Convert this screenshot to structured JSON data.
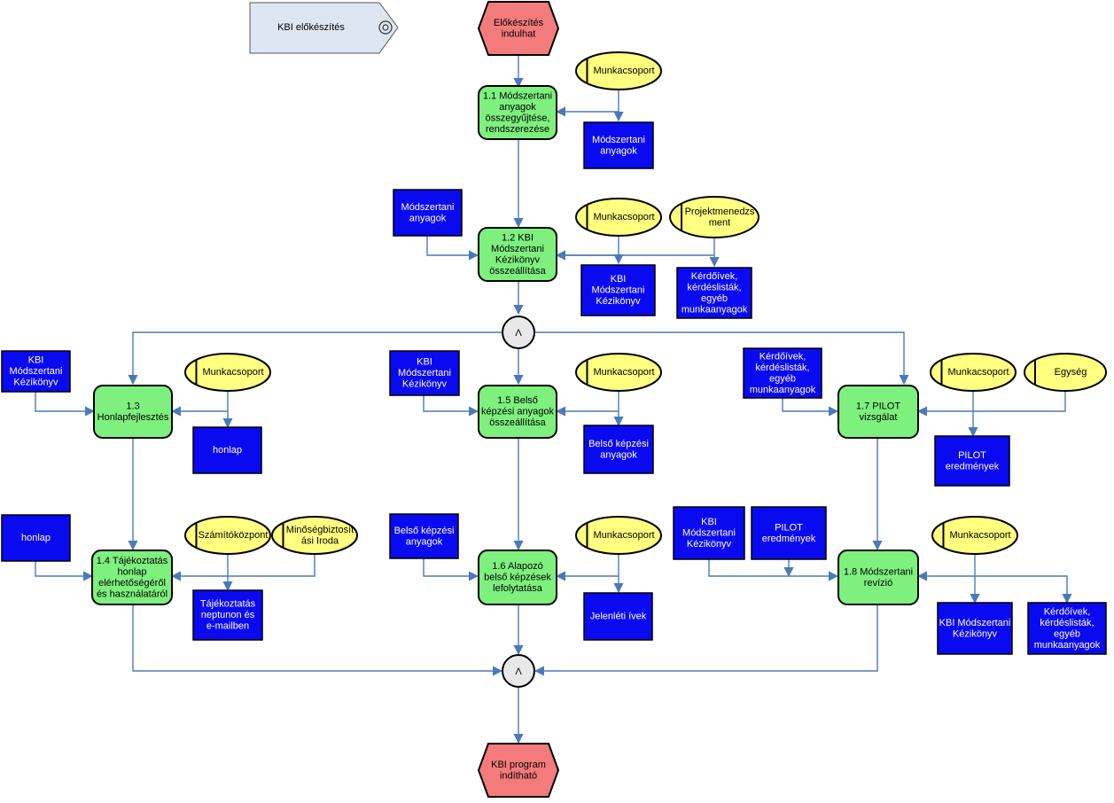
{
  "colors": {
    "function_fill": "#7ef07e",
    "event_fill": "#f47b7b",
    "information_fill": "#0a0af0",
    "organization_fill": "#ffff80",
    "gateway_fill": "#e8e8e8",
    "connector": "#4a7ab8",
    "reference_fill": "#dde6f3"
  },
  "reference": {
    "label": "KBI előkészítés",
    "icon": "target-icon"
  },
  "events": {
    "start": {
      "lines": [
        "Előkészítés",
        "indulhat"
      ]
    },
    "end": {
      "lines": [
        "KBI program",
        "indítható"
      ]
    }
  },
  "gateways": {
    "split": {
      "symbol": "Λ"
    },
    "join": {
      "symbol": "Λ"
    }
  },
  "functions": {
    "f1_1": {
      "lines": [
        "1.1 Módszertani",
        "anyagok",
        "összegyűjtése,",
        "rendszerezése"
      ]
    },
    "f1_2": {
      "lines": [
        "1.2 KBI",
        "Módszertani",
        "Kézikönyv",
        "összeállítása"
      ]
    },
    "f1_3": {
      "lines": [
        "1.3",
        "Honlapfejlesztés"
      ]
    },
    "f1_4": {
      "lines": [
        "1.4 Tájékoztatás",
        "honlap",
        "elérhetőségéről",
        "és használatáról"
      ]
    },
    "f1_5": {
      "lines": [
        "1.5 Belső",
        "képzési anyagok",
        "összeállítása"
      ]
    },
    "f1_6": {
      "lines": [
        "1.6 Alapozó",
        "belső képzések",
        "lefolytatása"
      ]
    },
    "f1_7": {
      "lines": [
        "1.7 PILOT",
        "vizsgálat"
      ]
    },
    "f1_8": {
      "lines": [
        "1.8 Módszertani",
        "revízió"
      ]
    }
  },
  "organizations": {
    "o1_1": {
      "lines": [
        "Munkacsoport"
      ]
    },
    "o1_2a": {
      "lines": [
        "Munkacsoport"
      ]
    },
    "o1_2b": {
      "lines": [
        "Projektmenedzs",
        "ment"
      ]
    },
    "o1_3": {
      "lines": [
        "Munkacsoport"
      ]
    },
    "o1_4a": {
      "lines": [
        "Számítóközpont"
      ]
    },
    "o1_4b": {
      "lines": [
        "Minőségbiztosít",
        "ási Iroda"
      ]
    },
    "o1_5": {
      "lines": [
        "Munkacsoport"
      ]
    },
    "o1_6": {
      "lines": [
        "Munkacsoport"
      ]
    },
    "o1_7a": {
      "lines": [
        "Munkacsoport"
      ]
    },
    "o1_7b": {
      "lines": [
        "Egység"
      ]
    },
    "o1_8": {
      "lines": [
        "Munkacsoport"
      ]
    }
  },
  "information": {
    "i1_1_out": {
      "lines": [
        "Módszertani",
        "anyagok"
      ]
    },
    "i1_2_in": {
      "lines": [
        "Módszertani",
        "anyagok"
      ]
    },
    "i1_2_out_a": {
      "lines": [
        "KBI",
        "Módszertani",
        "Kézikönyv"
      ]
    },
    "i1_2_out_b": {
      "lines": [
        "Kérdőívek,",
        "kérdéslisták,",
        "egyéb",
        "munkaanyagok"
      ]
    },
    "i1_3_in": {
      "lines": [
        "KBI",
        "Módszertani",
        "Kézikönyv"
      ]
    },
    "i1_3_out": {
      "lines": [
        "honlap"
      ]
    },
    "i1_4_in": {
      "lines": [
        "honlap"
      ]
    },
    "i1_4_out": {
      "lines": [
        "Tájékoztatás",
        "neptunon és",
        "e-mailben"
      ]
    },
    "i1_5_in": {
      "lines": [
        "KBI",
        "Módszertani",
        "Kézikönyv"
      ]
    },
    "i1_5_out": {
      "lines": [
        "Belső képzési",
        "anyagok"
      ]
    },
    "i1_6_in": {
      "lines": [
        "Belső képzési",
        "anyagok"
      ]
    },
    "i1_6_out": {
      "lines": [
        "Jelenléti ívek"
      ]
    },
    "i1_7_in": {
      "lines": [
        "Kérdőívek,",
        "kérdéslisták,",
        "egyéb",
        "munkaanyagok"
      ]
    },
    "i1_7_out": {
      "lines": [
        "PILOT",
        "eredmények"
      ]
    },
    "i1_8_in_a": {
      "lines": [
        "KBI",
        "Módszertani",
        "Kézikönyv"
      ]
    },
    "i1_8_in_b": {
      "lines": [
        "PILOT",
        "eredmények"
      ]
    },
    "i1_8_out_a": {
      "lines": [
        "KBI Módszertani",
        "Kézikönyv"
      ]
    },
    "i1_8_out_b": {
      "lines": [
        "Kérdőívek,",
        "kérdéslisták,",
        "egyéb",
        "munkaanyagok"
      ]
    }
  }
}
